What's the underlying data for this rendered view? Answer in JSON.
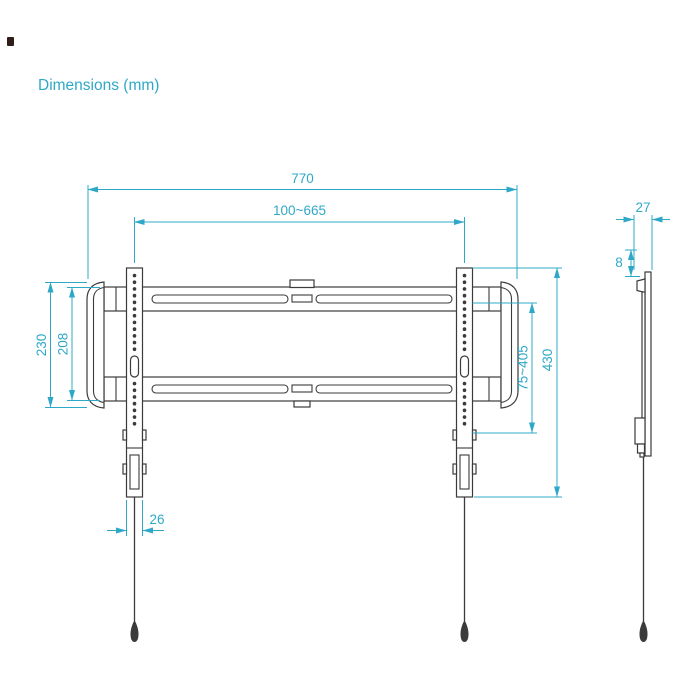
{
  "page": {
    "title": "Dimensions (mm)"
  },
  "colors": {
    "accent": "#2fa8c8",
    "line": "#3b3b3b"
  },
  "dimensions": {
    "overall_width": "770",
    "rail_spacing_range": "100~665",
    "bracket_height": "230",
    "bracket_inner_height": "208",
    "vesa_vertical_range": "75~405",
    "rail_height": "430",
    "rail_width": "26",
    "depth": "27",
    "wall_gap": "8"
  }
}
